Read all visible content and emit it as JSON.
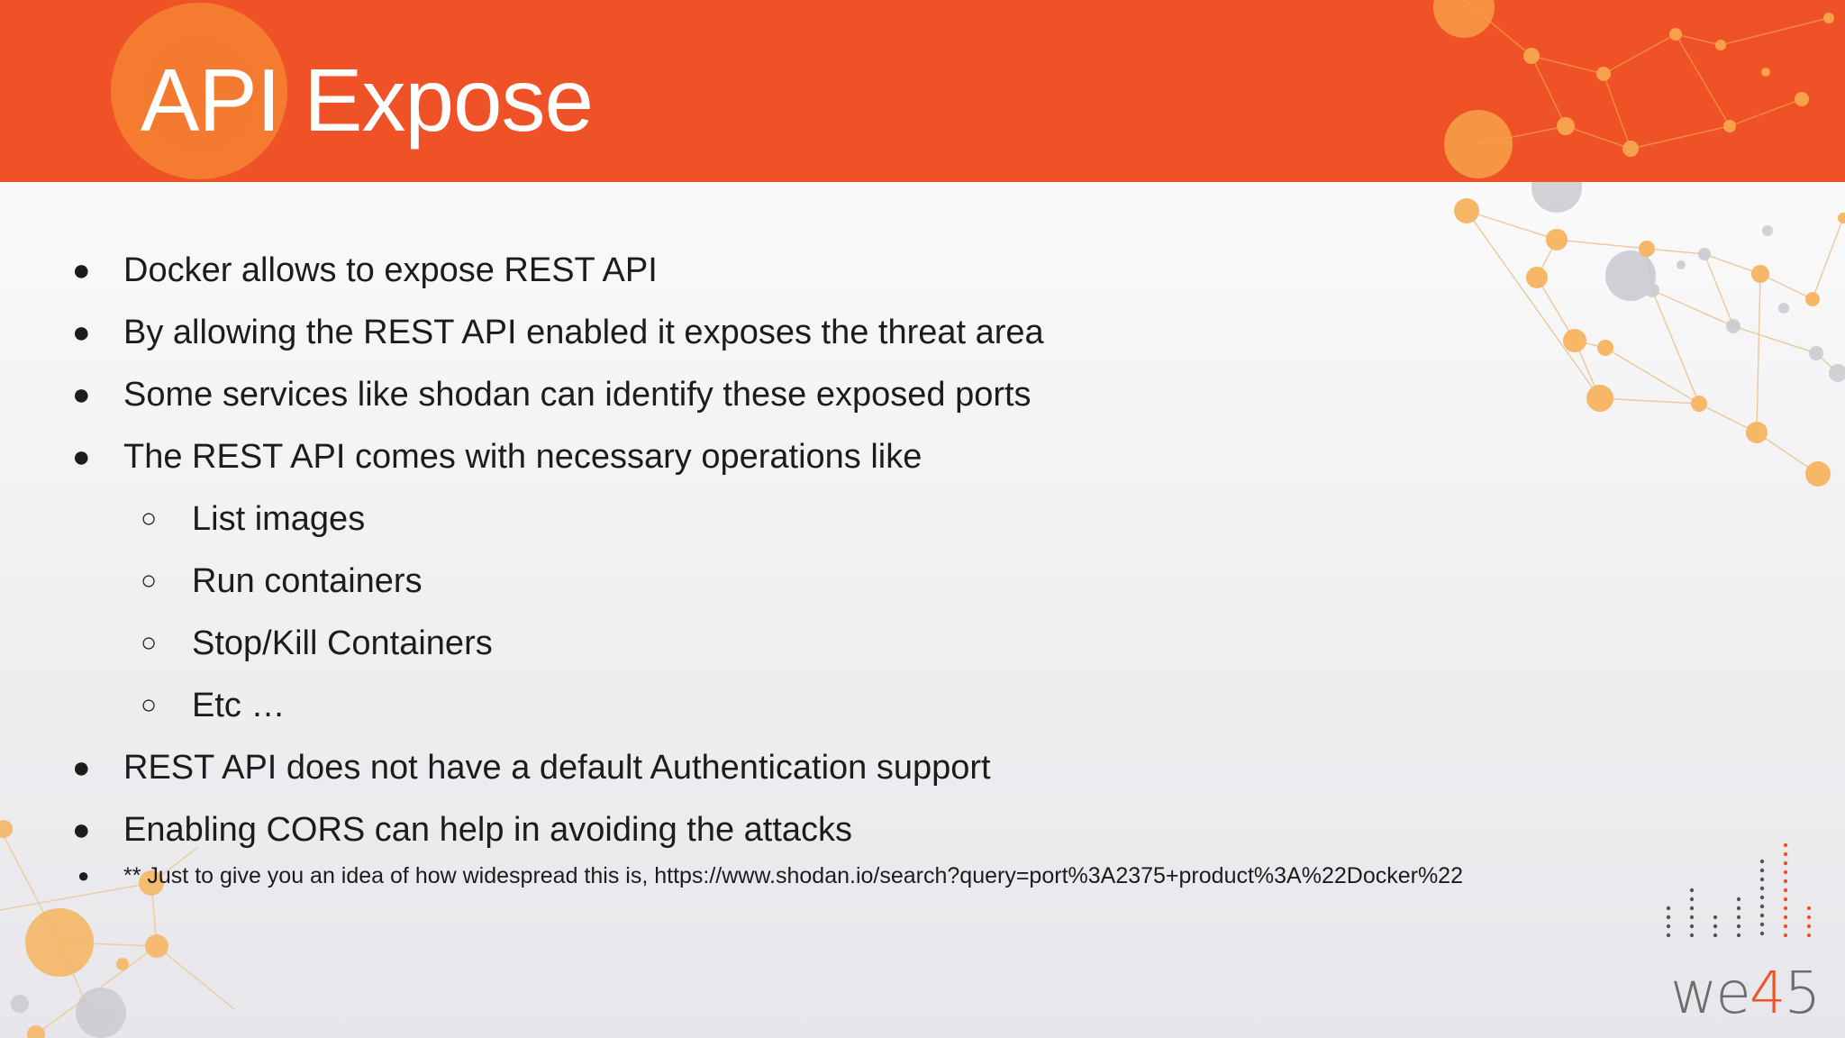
{
  "slide": {
    "title": "API Expose",
    "colors": {
      "header": "#ee5226",
      "accent": "#f6a53c",
      "text": "#1c1c1c",
      "note_marker": "#1c1c1c"
    }
  },
  "bullets": [
    {
      "level": 1,
      "marker": "●",
      "text": "Docker allows to expose REST API"
    },
    {
      "level": 1,
      "marker": "●",
      "text": "By allowing the REST API enabled it exposes the threat area"
    },
    {
      "level": 1,
      "marker": "●",
      "text": "Some services like shodan can identify these exposed ports"
    },
    {
      "level": 1,
      "marker": "●",
      "text": "The REST API comes with necessary operations like"
    },
    {
      "level": 2,
      "marker": "○",
      "text": "List images"
    },
    {
      "level": 2,
      "marker": "○",
      "text": "Run containers"
    },
    {
      "level": 2,
      "marker": "○",
      "text": "Stop/Kill Containers"
    },
    {
      "level": 2,
      "marker": "○",
      "text": "Etc …"
    },
    {
      "level": 1,
      "marker": "●",
      "text": "REST API does not have a default Authentication support"
    },
    {
      "level": 1,
      "marker": "●",
      "text": "Enabling CORS can help in avoiding the attacks"
    },
    {
      "level": 3,
      "marker": "●",
      "text": "** Just to give you an idea of how widespread this is, https://www.shodan.io/search?query=port%3A2375+product%3A%22Docker%22"
    }
  ],
  "logo": {
    "prefix": "we",
    "highlight": "4",
    "suffix": "5",
    "icon": "equalizer-dots-logo-icon"
  },
  "decorations": {
    "network": "network-graph-icon",
    "circle": "orange-circle-icon"
  }
}
